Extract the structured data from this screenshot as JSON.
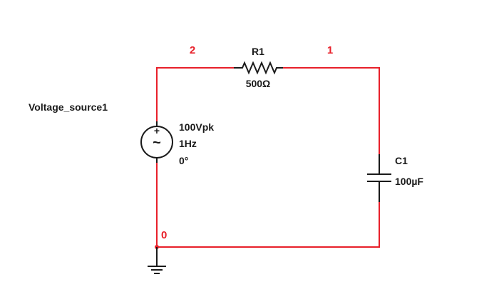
{
  "colors": {
    "wire": "#e8202a",
    "component": "#1a1a1a",
    "node_label": "#e8202a",
    "background": "#ffffff"
  },
  "nodes": {
    "n0": "0",
    "n1": "1",
    "n2": "2"
  },
  "source": {
    "name": "Voltage_source1",
    "amplitude": "100Vpk",
    "frequency": "1Hz",
    "phase": "0°",
    "plus_sign": "+",
    "symbol": "~",
    "icon": "ac-voltage-source-icon"
  },
  "resistor": {
    "name": "R1",
    "value": "500Ω",
    "icon": "resistor-icon"
  },
  "capacitor": {
    "name": "C1",
    "value": "100µF",
    "icon": "capacitor-icon"
  },
  "ground": {
    "icon": "ground-icon"
  }
}
